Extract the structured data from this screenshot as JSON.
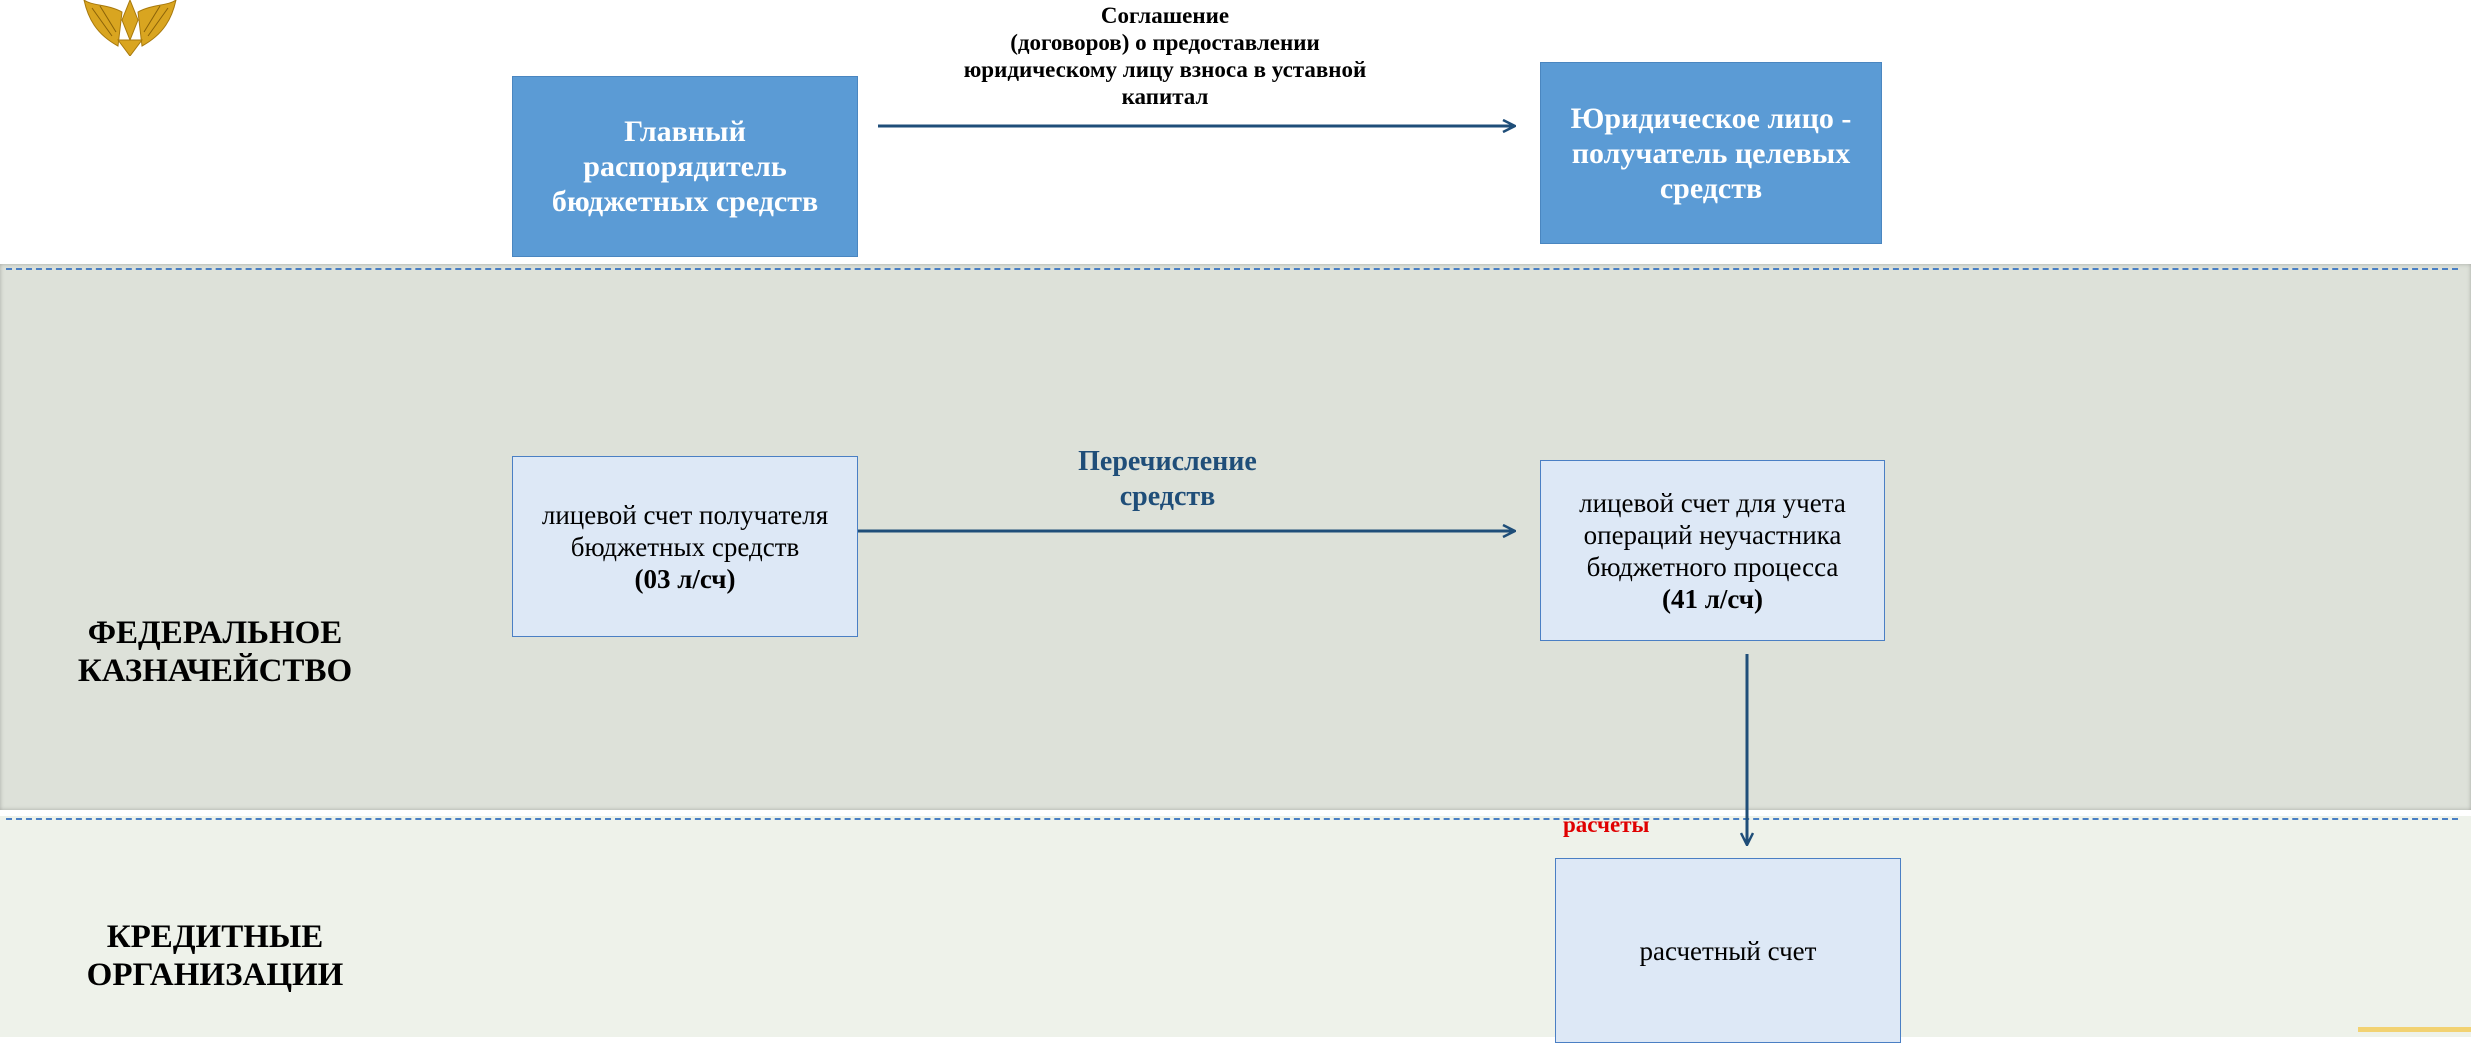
{
  "diagram": {
    "top": {
      "agreement_label": [
        "Соглашение",
        "(договоров) о предоставлении",
        "юридическому  лицу взноса в уставной",
        "капитал"
      ],
      "main_administrator": [
        "Главный",
        "распорядитель",
        "бюджетных средств"
      ],
      "legal_entity": [
        "Юридическое  лицо -",
        "получатель целевых",
        "средств"
      ]
    },
    "treasury": {
      "section_label": [
        "ФЕДЕРАЛЬНОЕ",
        "КАЗНАЧЕЙСТВО"
      ],
      "account_03": {
        "lines": [
          "лицевой счет получателя",
          "бюджетных средств"
        ],
        "code": "(03 л/сч)"
      },
      "transfer_label": [
        "Перечисление",
        "средств"
      ],
      "account_41": {
        "lines": [
          "лицевой счет для учета",
          "операций неучастника",
          "бюджетного процесса"
        ],
        "code": "(41 л/сч)"
      }
    },
    "credit": {
      "section_label": [
        "КРЕДИТНЫЕ",
        "ОРГАНИЗАЦИИ"
      ],
      "settlements_label": "расчеты",
      "settlement_account": "расчетный счет"
    }
  },
  "colors": {
    "box_blue": "#5b9bd5",
    "box_light": "#dde8f6",
    "arrow": "#1f4e79",
    "treasury_band": "#dde1d9",
    "credit_band": "#eef2ea",
    "settlements_red": "#e00000"
  },
  "icons": [
    "emblem-icon"
  ]
}
